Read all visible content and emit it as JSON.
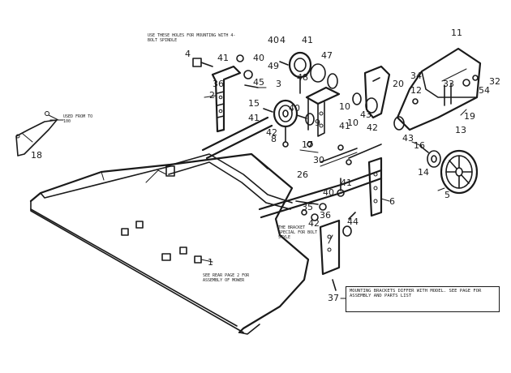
{
  "part_labels": {
    "l1": "1",
    "l2": "2",
    "l3": "3",
    "l4": "4",
    "l5": "5",
    "l8": "8",
    "l9": "9",
    "l10": "10",
    "l10b": "10",
    "l11": "11",
    "l12": "12",
    "l13": "13",
    "l14": "14",
    "l15": "15",
    "l16": "16",
    "l17": "17",
    "l19": "19",
    "l20": "20",
    "l26": "26",
    "l30": "30",
    "l32": "32",
    "l33": "33",
    "l34": "34",
    "l35": "35",
    "l36": "36",
    "l37": "37",
    "l40": "40",
    "l40b": "40",
    "l40c": "40",
    "l41": "41",
    "l41b": "41",
    "l41c": "41",
    "l41d": "41",
    "l42": "42",
    "l42b": "42",
    "l42c": "42",
    "l43": "43",
    "l43b": "43",
    "l44": "44",
    "l45": "45",
    "l47": "47",
    "l48": "48",
    "l49": "49"
  },
  "notes": {
    "top_note": "USE THESE HOLES FOR MOUNTING WITH 4-BOLT SPINDLE",
    "left_note": "USED FROM TO 100",
    "mid_note": "THE BRACKET SPECIAL FOR BOLT STYLE",
    "bottom_note": "SEE REAR PAGE 2 FOR ASSEMBLY OF MOWER",
    "box_note": "MOUNTING BRACKETS DIFFER WITH MODEL. SEE PAGE FOR ASSEMBLY AND PARTS LIST"
  }
}
